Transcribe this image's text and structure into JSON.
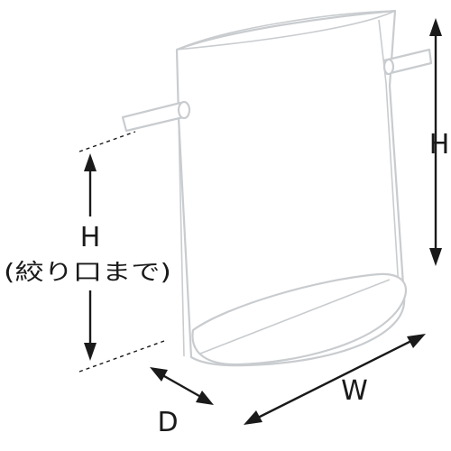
{
  "labels": {
    "height_right": "H",
    "height_left": "H",
    "height_left_note": "(絞り口まで)",
    "width": "W",
    "depth": "D"
  },
  "colors": {
    "bag_outline": "#c9cccf",
    "dimension": "#1a1a1a"
  }
}
